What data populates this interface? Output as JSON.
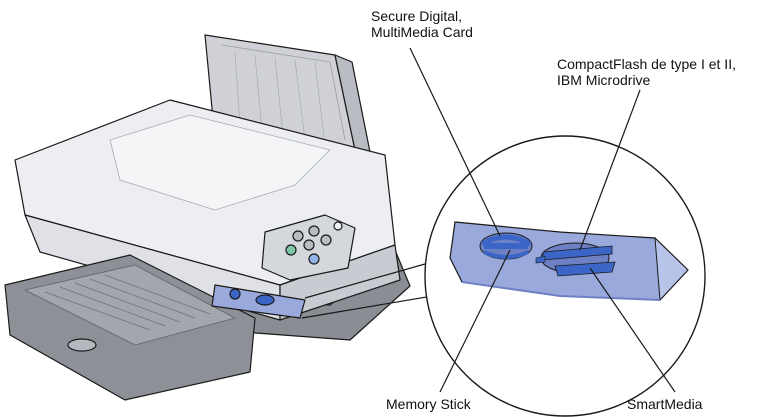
{
  "labels": {
    "sd_mmc": [
      "Secure Digital,",
      "MultiMedia Card"
    ],
    "compactflash": [
      "CompactFlash de type I et II,",
      "IBM Microdrive"
    ],
    "memory_stick": "Memory Stick",
    "smartmedia": "SmartMedia"
  },
  "colors": {
    "printer_body": "#dfe1e6",
    "printer_light": "#eceef1",
    "printer_shadow": "#a9acb3",
    "base_gray": "#8a8d94",
    "card_panel": "#9aa9dc",
    "card_panel_dark": "#6e80c4",
    "slot_blue": "#3b66c8",
    "outline": "#1a1a1a"
  }
}
